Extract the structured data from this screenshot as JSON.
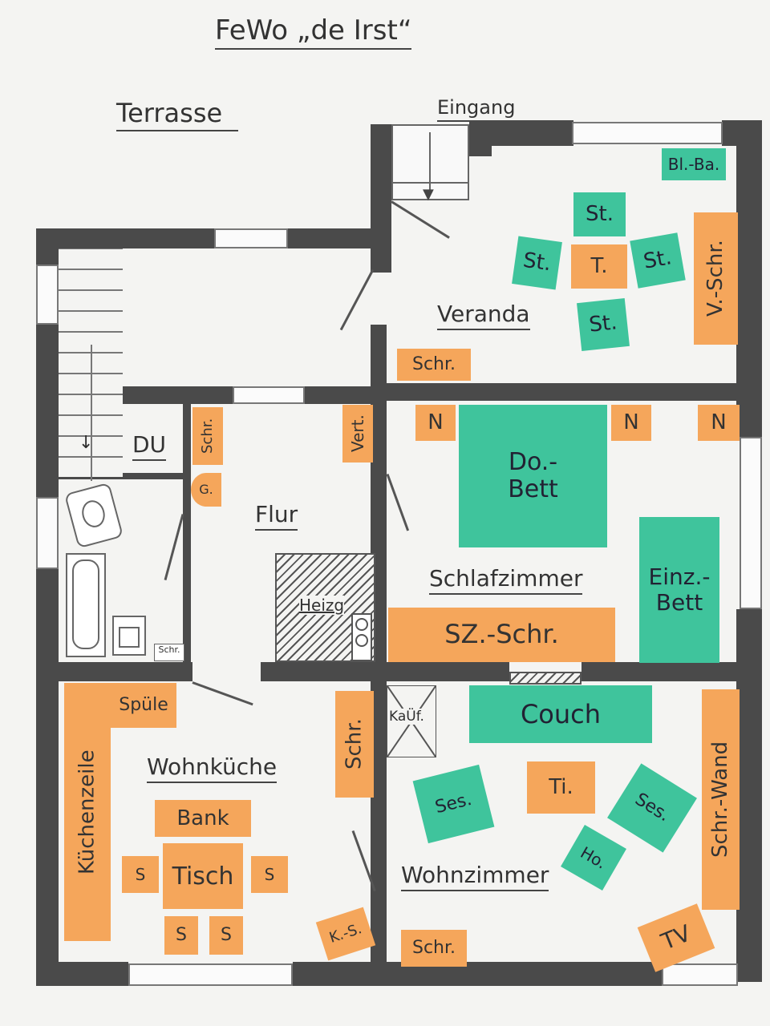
{
  "plan": {
    "title": "FeWo „de Irst“",
    "outside": {
      "terrace": "Terrasse",
      "entrance": "Eingang"
    },
    "rooms": {
      "veranda": "Veranda",
      "flur": "Flur",
      "du": "DU",
      "schlafzimmer": "Schlafzimmer",
      "wohnkueche": "Wohnküche",
      "wohnzimmer": "Wohnzimmer",
      "heizg": "Heizg"
    },
    "furniture": {
      "bl_ba": "Bl.-Ba.",
      "st1": "St.",
      "st2": "St.",
      "st3": "St.",
      "st4": "St.",
      "tisch_veranda": "T.",
      "v_schr": "V.-Schr.",
      "schr_veranda": "Schr.",
      "n1": "N",
      "n2": "N",
      "n3": "N",
      "do_bett": "Do.-\nBett",
      "einz_bett": "Einz.-\nBett",
      "sz_schr": "SZ.-Schr.",
      "schr_flur": "Schr.",
      "vert": "Vert.",
      "g": "G.",
      "schr_bad": "Schr.",
      "spuele": "Spüle",
      "kuechenzeile": "Küchenzeile",
      "schr_kueche": "Schr.",
      "bank": "Bank",
      "tisch": "Tisch",
      "s1": "S",
      "s2": "S",
      "s3": "S",
      "s4": "S",
      "ks": "K.-S.",
      "kaf": "KaÜf.",
      "couch": "Couch",
      "ti": "Ti.",
      "ses1": "Ses.",
      "ses2": "Ses.",
      "ho": "Ho.",
      "schr_wand": "Schr.-Wand",
      "tv": "TV",
      "schr_wohn": "Schr."
    }
  }
}
